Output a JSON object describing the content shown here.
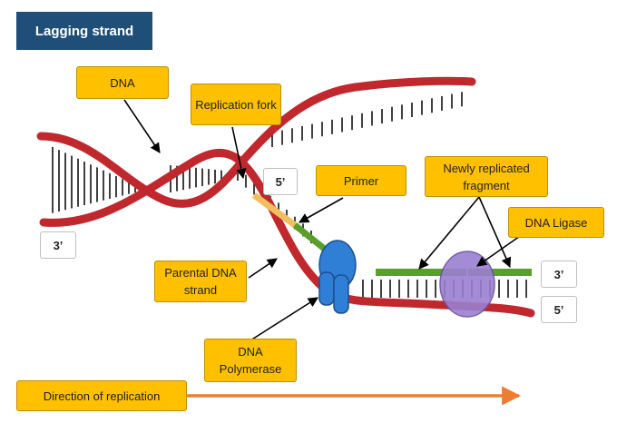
{
  "title": "Lagging strand",
  "labels": {
    "dna": "DNA",
    "replication_fork": "Replication fork",
    "primer": "Primer",
    "newly_replicated_fragment": "Newly replicated fragment",
    "dna_ligase": "DNA Ligase",
    "parental_dna_strand": "Parental DNA strand",
    "dna_polymerase": "DNA Polymerase",
    "direction_of_replication": "Direction of replication"
  },
  "ends": {
    "left_3": "3’",
    "fork_5": "5’",
    "right_3": "3’",
    "right_5": "5’"
  },
  "colors": {
    "title_bg": "#1f4e79",
    "label_bg": "#ffc000",
    "dna_strand": "#c0282d",
    "primer": "#f0c060",
    "new_fragment": "#5a9e2c",
    "polymerase": "#2f7fd6",
    "ligase": "#9b7fd1",
    "arrow": "#ed7d31"
  }
}
